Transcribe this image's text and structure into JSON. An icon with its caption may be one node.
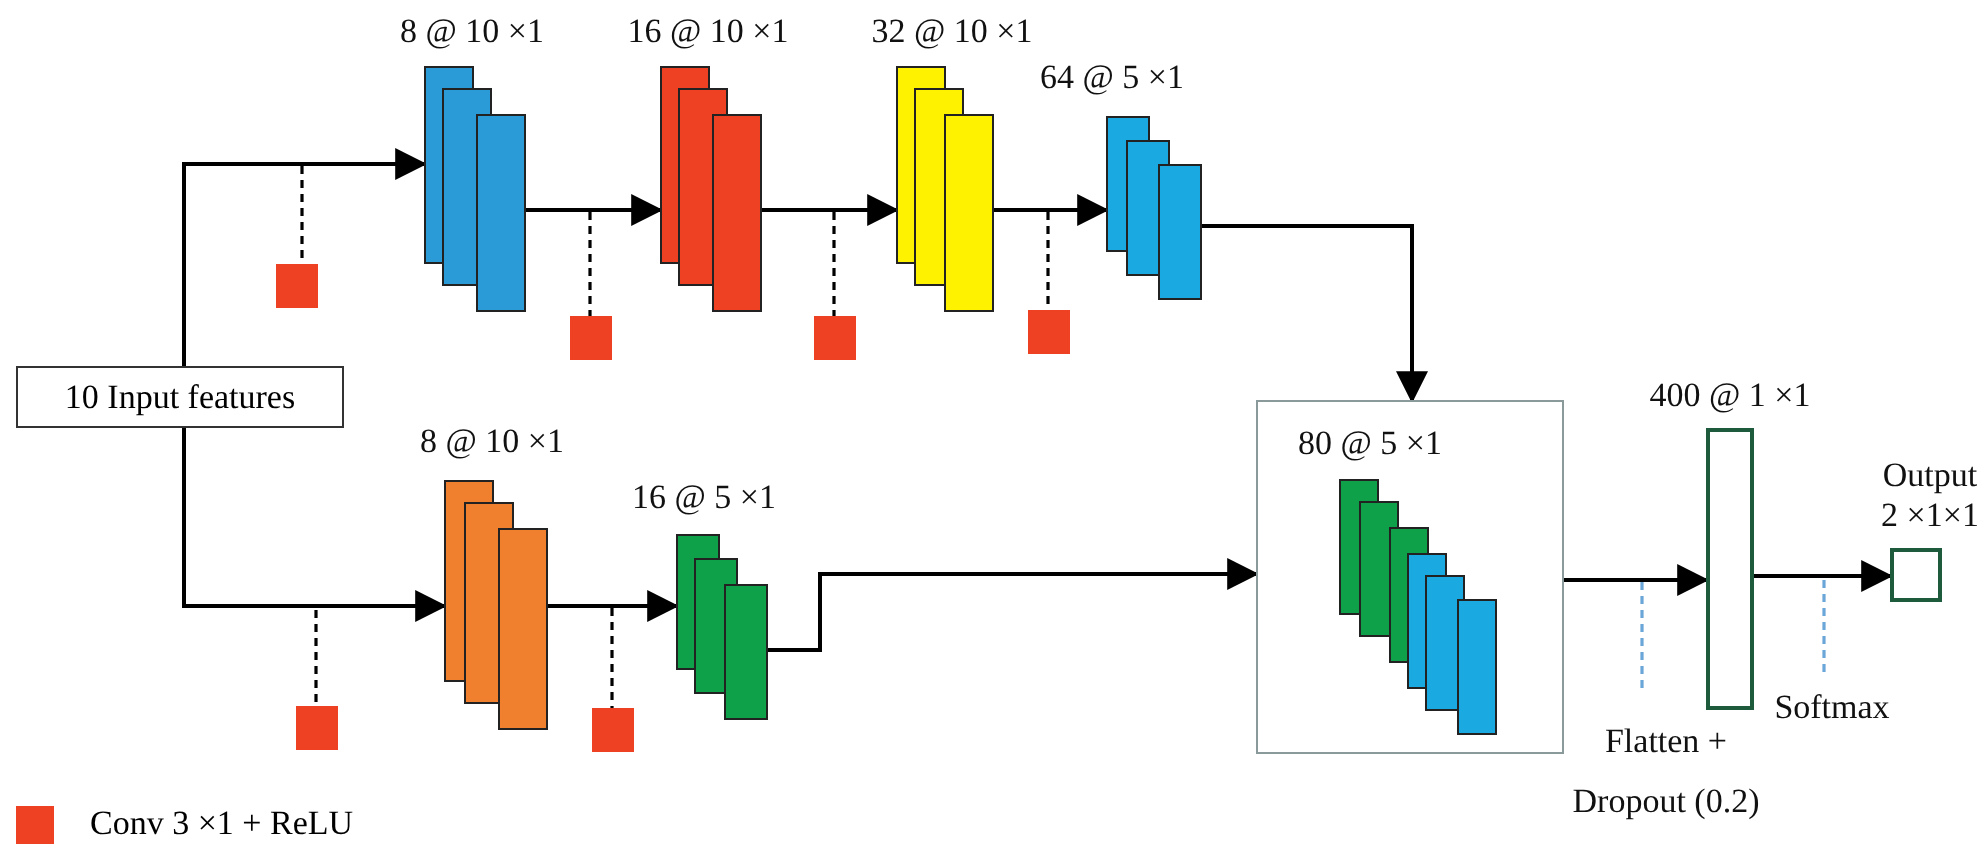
{
  "diagram": {
    "nodes": [
      {
        "text": [
          "10 Input features"
        ]
      },
      {
        "text": [
          "8 @ 10 ×1"
        ]
      },
      {
        "text": [
          "16 @ 10 ×1"
        ]
      },
      {
        "text": [
          "32 @ 10 ×1"
        ]
      },
      {
        "text": [
          "64 @ 5 ×1"
        ]
      },
      {
        "text": [
          "8 @ 10 ×1"
        ]
      },
      {
        "text": [
          "16 @ 5 ×1"
        ]
      },
      {
        "text": [
          "80 @ 5 ×1"
        ]
      },
      {
        "text": [
          "400 @ 1 ×1"
        ]
      },
      {
        "text": [
          "Output 2 ×1×1"
        ]
      }
    ],
    "edges": [
      {
        "from": 0,
        "to": 1,
        "arrow": "to"
      },
      {
        "from": 1,
        "to": 2,
        "arrow": "to"
      },
      {
        "from": 2,
        "to": 3,
        "arrow": "to"
      },
      {
        "from": 3,
        "to": 4,
        "arrow": "to"
      },
      {
        "from": 4,
        "to": 7,
        "arrow": "to"
      },
      {
        "from": 0,
        "to": 5,
        "arrow": "to"
      },
      {
        "from": 5,
        "to": 6,
        "arrow": "to"
      },
      {
        "from": 6,
        "to": 7,
        "arrow": "to"
      },
      {
        "from": 7,
        "to": 8,
        "arrow": "to",
        "label": "Flatten + Dropout (0.2)"
      },
      {
        "from": 8,
        "to": 9,
        "arrow": "to",
        "label": "Softmax"
      }
    ],
    "legend": [
      {
        "text": "Conv 3 ×1 + ReLU",
        "color": "#ee4123"
      }
    ]
  }
}
